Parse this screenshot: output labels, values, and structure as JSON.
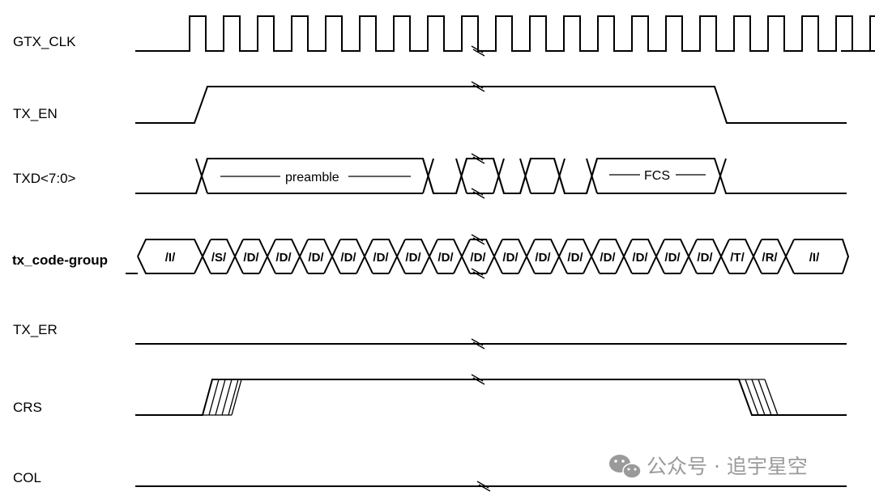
{
  "signals": [
    {
      "name": "GTX_CLK",
      "bold": false
    },
    {
      "name": "TX_EN",
      "bold": false
    },
    {
      "name": "TXD<7:0>",
      "bold": false
    },
    {
      "name": "tx_code-group",
      "bold": true
    },
    {
      "name": "TX_ER",
      "bold": false
    },
    {
      "name": "CRS",
      "bold": false
    },
    {
      "name": "COL",
      "bold": false
    }
  ],
  "txd_fields": {
    "preamble": "preamble",
    "fcs": "FCS"
  },
  "code_groups": [
    "/I/",
    "/S/",
    "/D/",
    "/D/",
    "/D/",
    "/D/",
    "/D/",
    "/D/",
    "/D/",
    "/D/",
    "/D/",
    "/D/",
    "/D/",
    "/D/",
    "/D/",
    "/D/",
    "/D/",
    "/T/",
    "/R/",
    "/I/"
  ],
  "watermark": {
    "text": "公众号 · 追宇星空",
    "icon": "wechat-icon"
  },
  "colors": {
    "line": "#000000",
    "watermark": "#9a9a9a"
  }
}
